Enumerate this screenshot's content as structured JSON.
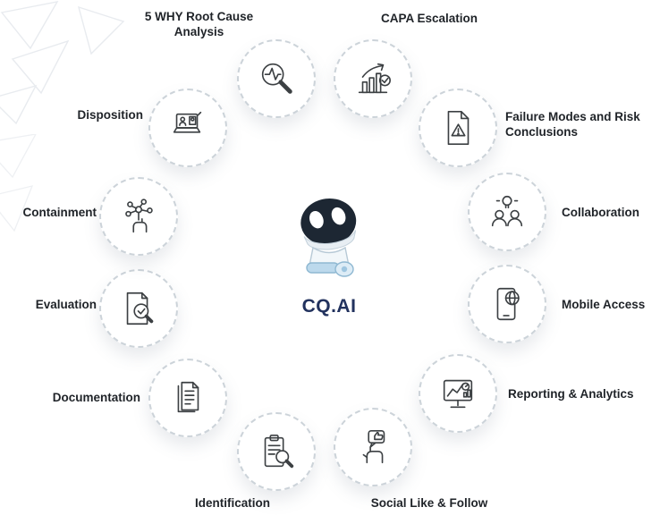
{
  "center": {
    "label": "CQ.AI"
  },
  "items": [
    {
      "id": "root-cause",
      "label": "5 WHY Root Cause Analysis",
      "icon": "magnifier-pulse-icon"
    },
    {
      "id": "capa",
      "label": "CAPA Escalation",
      "icon": "chart-growth-check-icon"
    },
    {
      "id": "failure-modes",
      "label": "Failure Modes and Risk Conclusions",
      "icon": "document-warning-icon"
    },
    {
      "id": "collaboration",
      "label": "Collaboration",
      "icon": "people-idea-icon"
    },
    {
      "id": "mobile-access",
      "label": "Mobile Access",
      "icon": "phone-globe-icon"
    },
    {
      "id": "reporting",
      "label": "Reporting & Analytics",
      "icon": "monitor-analytics-icon"
    },
    {
      "id": "social",
      "label": "Social Like & Follow",
      "icon": "hand-like-icon"
    },
    {
      "id": "identification",
      "label": "Identification",
      "icon": "clipboard-magnifier-icon"
    },
    {
      "id": "documentation",
      "label": "Documentation",
      "icon": "stacked-documents-icon"
    },
    {
      "id": "evaluation",
      "label": "Evaluation",
      "icon": "document-check-magnifier-icon"
    },
    {
      "id": "containment",
      "label": "Containment",
      "icon": "network-hand-icon"
    },
    {
      "id": "disposition",
      "label": "Disposition",
      "icon": "laptop-meeting-icon"
    }
  ],
  "colors": {
    "accent": "#22325e",
    "icon_stroke": "#3c4043",
    "circle_border": "#ccd3d9",
    "robot_head": "#1d2733",
    "robot_body": "#eef5f9"
  }
}
